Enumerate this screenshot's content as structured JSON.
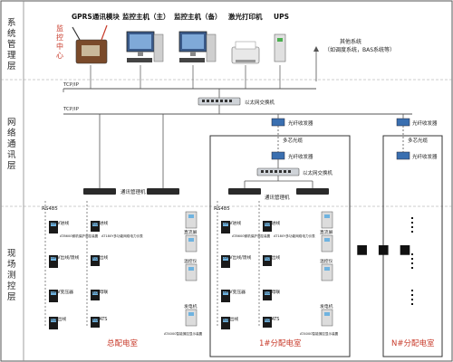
{
  "layers": {
    "system": "系统管理层",
    "network": "网络通讯层",
    "field": "现场测控层"
  },
  "colors": {
    "accent": "#c83a2a",
    "line": "#6a6a6a",
    "box": "#1a1a1a"
  },
  "system": {
    "monitor_center": "监控中心",
    "devices": [
      "GPRS通讯模块",
      "监控主机（主）",
      "监控主机（备）",
      "激光打印机",
      "UPS"
    ],
    "other_system_line1": "其他系统",
    "other_system_line2": "（如调度系统，BAS系统等）"
  },
  "network": {
    "tcpip_top": "TCP/IP",
    "tcpip_bottom": "TCP/IP",
    "ethernet_switch": "以太网交换机",
    "fiber_tx_1": "光纤收发器",
    "fiber_tx_2": "光纤收发器",
    "fiber_tx_3": "光纤收发器",
    "fiber_tx_4": "光纤收发器",
    "mm_fiber_1": "多芯光缆",
    "mm_fiber_2": "多芯光缆",
    "sub_switch": "以太网交换机",
    "comm_manager_1": "通讯管理机",
    "comm_manager_2": "通讯管理机"
  },
  "field": {
    "rs485": "RS485",
    "group_labels": [
      "10KV进线",
      "低压进线",
      "低压出线",
      "10KV出线/馈线",
      "低压母联",
      "10KV变压器",
      "低压ATS",
      "低压出线"
    ],
    "meter_label_a": "AT8600微机保护测控装置",
    "meter_label_b": "AT180Y多功能网络电力仪表",
    "aux_labels": [
      "直流屏",
      "温控仪",
      "发电机",
      "AT4000智能操控显示装置"
    ],
    "room_main": "总配电室",
    "room_1": "1#分配电室",
    "room_n": "N#分配电室"
  }
}
